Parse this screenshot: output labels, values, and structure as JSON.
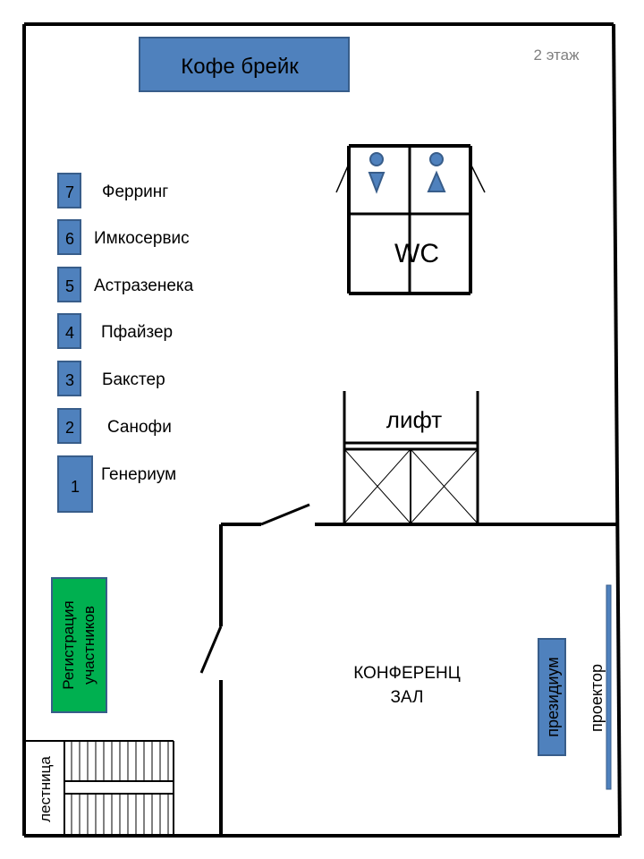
{
  "floor_label": "2 этаж",
  "coffee_break": "Кофе брейк",
  "wc_label": "WC",
  "elevator_label": "лифт",
  "registration": {
    "line1": "Регистрация",
    "line2": "участников"
  },
  "stairs_label": "лестница",
  "conference_hall": {
    "line1": "КОНФЕРЕНЦ",
    "line2": "ЗАЛ"
  },
  "presidium": "президиум",
  "projector": "проектор",
  "stands": [
    {
      "number": "7",
      "name": "Ферринг"
    },
    {
      "number": "6",
      "name": "Имкосервис"
    },
    {
      "number": "5",
      "name": "Астразенека"
    },
    {
      "number": "4",
      "name": "Пфайзер"
    },
    {
      "number": "3",
      "name": "Бакстер"
    },
    {
      "number": "2",
      "name": "Санофи"
    },
    {
      "number": "1",
      "name": "Генериум"
    }
  ],
  "colors": {
    "stand_fill": "#4f81bd",
    "stand_stroke": "#385d8a",
    "registration_fill": "#00b050",
    "wall": "#000000",
    "label_gray": "#7f7f7f"
  }
}
